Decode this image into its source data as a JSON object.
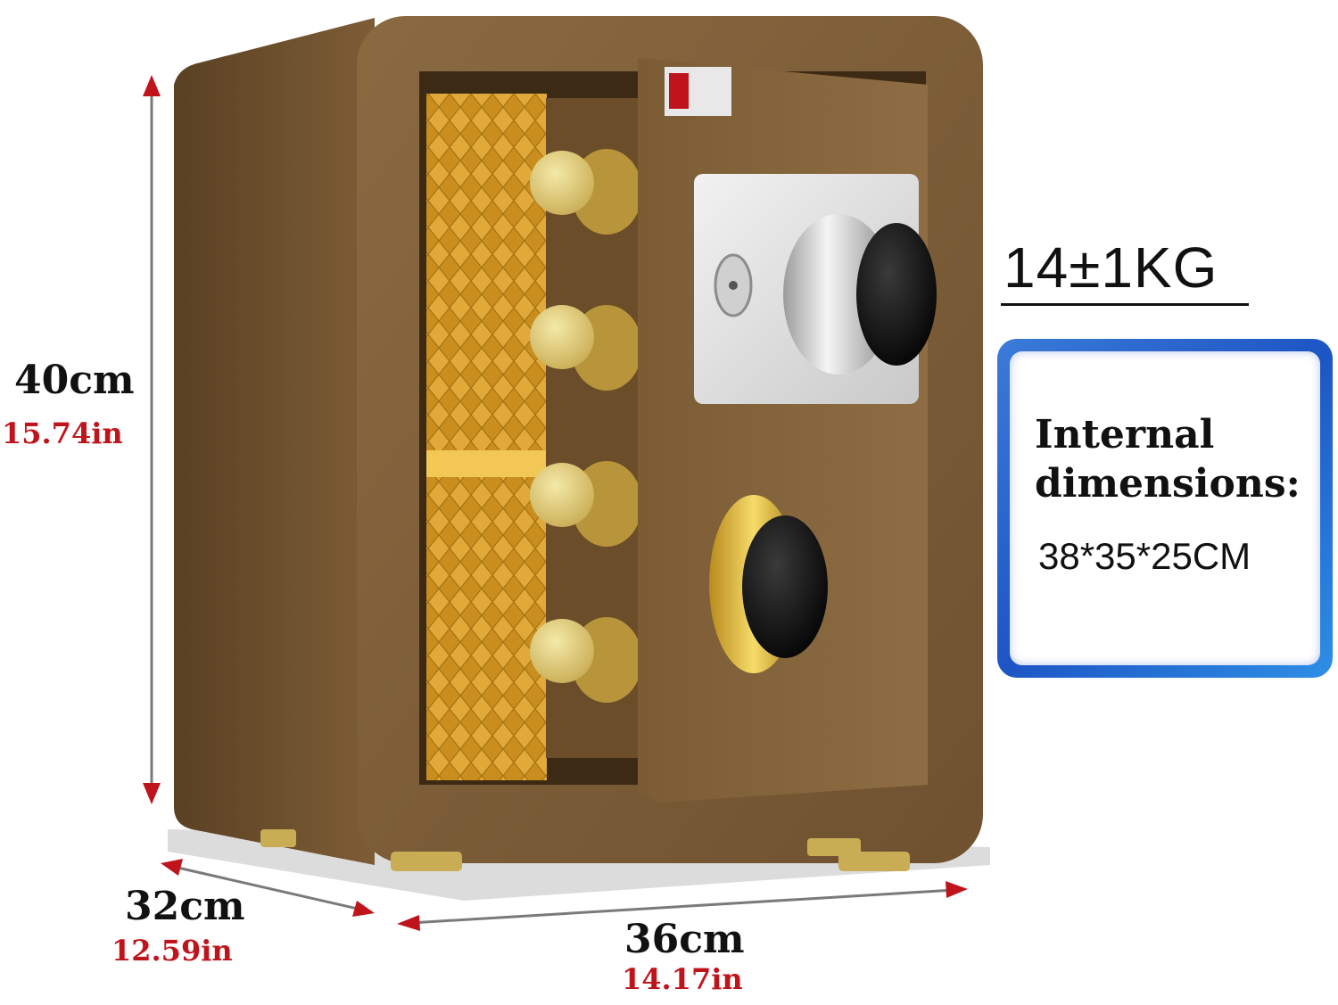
{
  "weight": "14±1KG",
  "height": {
    "cm": "40cm",
    "inch": "15.74in"
  },
  "depth": {
    "cm": "32cm",
    "inch": "12.59in"
  },
  "width": {
    "cm": "36cm",
    "inch": "14.17in"
  },
  "internal": {
    "title_line1": "Internal",
    "title_line2": "dimensions:",
    "value": "38*35*25CM"
  },
  "colors": {
    "body": "#7a5a32",
    "gold": "#d9b24a",
    "arrow": "#c0141c",
    "box_border": "#2a68d2"
  }
}
